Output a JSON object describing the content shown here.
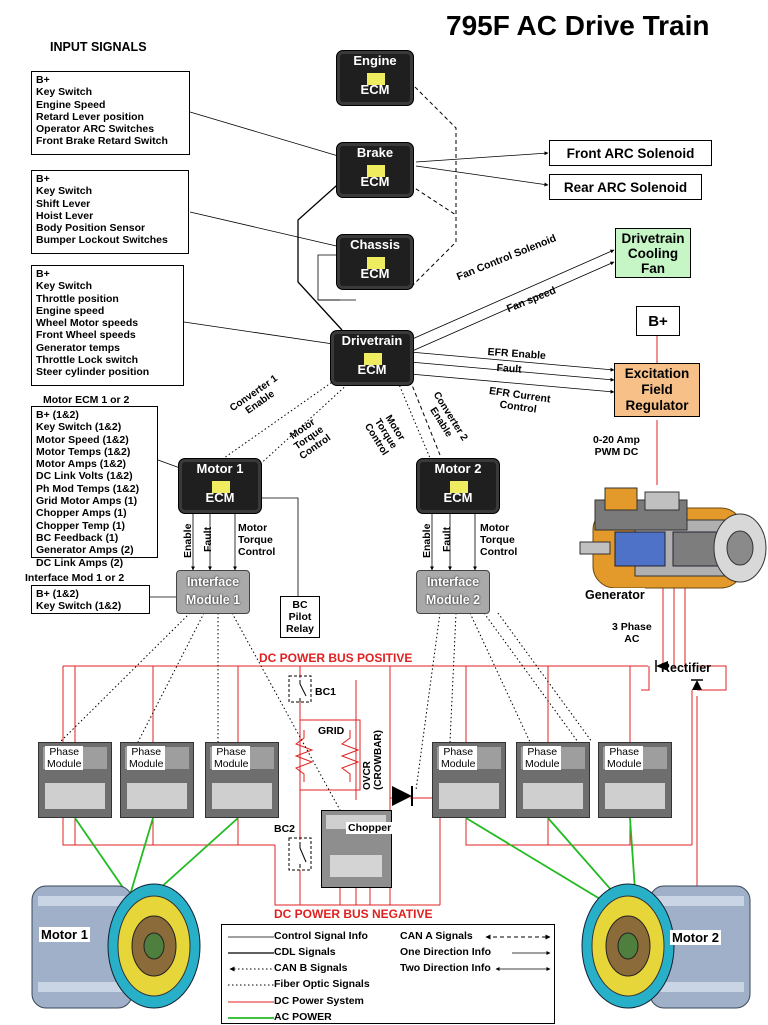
{
  "title": "795F AC Drive Train",
  "input_signals_heading": "INPUT SIGNALS",
  "input_groups": [
    {
      "id": "engine",
      "items": [
        "B+",
        "Key Switch",
        "Engine Speed",
        "Retard Lever position",
        "Operator ARC Switches",
        "Front Brake Retard Switch"
      ]
    },
    {
      "id": "chassis",
      "items": [
        "B+",
        "Key Switch",
        "Shift Lever",
        "Hoist Lever",
        "Body Position Sensor",
        "Bumper Lockout Switches"
      ]
    },
    {
      "id": "drivetrain",
      "items": [
        "B+",
        "Key Switch",
        "Throttle position",
        "Engine speed",
        "Wheel Motor speeds",
        "Front Wheel speeds",
        "Generator temps",
        "Throttle Lock switch",
        "Steer cylinder position"
      ]
    },
    {
      "id": "motor",
      "heading": "Motor ECM 1 or 2",
      "items": [
        "B+ (1&2)",
        "Key Switch (1&2)",
        "Motor Speed (1&2)",
        "Motor Temps (1&2)",
        "Motor Amps (1&2)",
        "DC Link Volts (1&2)",
        "Ph Mod Temps (1&2)",
        "Grid Motor Amps (1)",
        "Chopper Amps (1)",
        "Chopper Temp (1)",
        "BC Feedback (1)",
        "Generator Amps (2)",
        "DC Link Amps (2)"
      ]
    },
    {
      "id": "interface",
      "heading": "Interface Mod 1 or 2",
      "items": [
        "B+ (1&2)",
        "Key Switch (1&2)"
      ]
    }
  ],
  "ecms": [
    {
      "id": "engine",
      "line1": "Engine",
      "line2": "ECM"
    },
    {
      "id": "brake",
      "line1": "Brake",
      "line2": "ECM"
    },
    {
      "id": "chassis",
      "line1": "Chassis",
      "line2": "ECM"
    },
    {
      "id": "drivetrain",
      "line1": "Drivetrain",
      "line2": "ECM"
    },
    {
      "id": "motor1",
      "line1": "Motor 1",
      "line2": "ECM"
    },
    {
      "id": "motor2",
      "line1": "Motor 2",
      "line2": "ECM"
    }
  ],
  "interface_modules": [
    {
      "id": "im1",
      "line1": "Interface",
      "line2": "Module 1"
    },
    {
      "id": "im2",
      "line1": "Interface",
      "line2": "Module 2"
    }
  ],
  "outputs": {
    "front_arc": "Front ARC Solenoid",
    "rear_arc": "Rear ARC Solenoid",
    "cooling_fan": [
      "Drivetrain",
      "Cooling",
      "Fan"
    ],
    "bplus": "B+",
    "efr": [
      "Excitation",
      "Field",
      "Regulator"
    ],
    "bc_pilot": [
      "BC",
      "Pilot",
      "Relay"
    ]
  },
  "signal_labels": {
    "fan_control": "Fan Control Solenoid",
    "fan_speed": "Fan speed",
    "efr_enable": "EFR Enable",
    "fault": "Fault",
    "efr_current": [
      "EFR Current",
      "Control"
    ],
    "converter1": [
      "Converter 1",
      "Enable"
    ],
    "motor_torque_a": [
      "Motor",
      "Torque",
      "Control"
    ],
    "motor_torque_b": [
      "Motor",
      "Torque",
      "Control"
    ],
    "converter2": [
      "Converter 2",
      "Enable"
    ],
    "pwm": [
      "0-20 Amp",
      "PWM DC"
    ],
    "three_phase": [
      "3 Phase",
      "AC"
    ],
    "m1_enable": "Enable",
    "m1_fault": "Fault",
    "m1_mtc": [
      "Motor",
      "Torque",
      "Control"
    ],
    "m2_enable": "Enable",
    "m2_fault": "Fault",
    "m2_mtc": [
      "Motor",
      "Torque",
      "Control"
    ]
  },
  "power": {
    "bus_positive": "DC POWER BUS POSITIVE",
    "bus_negative": "DC POWER BUS NEGATIVE",
    "bc1": "BC1",
    "bc2": "BC2",
    "grid": "GRID",
    "ovcr": [
      "OVCR",
      "(CROWBAR)"
    ],
    "chopper": "Chopper",
    "rectifier": "Rectifier",
    "generator": "Generator",
    "motor1": "Motor 1",
    "motor2": "Motor 2",
    "phase_module": [
      "Phase",
      "Module"
    ]
  },
  "legend": {
    "left": [
      "Control Signal Info",
      "CDL Signals",
      "CAN B Signals",
      "Fiber Optic Signals",
      "DC Power System",
      "AC POWER"
    ],
    "right": [
      "CAN A Signals",
      "One Direction Info",
      "Two Direction Info"
    ]
  },
  "colors": {
    "dc_power": "#e02020",
    "ac_power": "#22bb22",
    "cooling_fan": "#c6f5c6",
    "efr": "#f7c089",
    "ecm": "#1f1f1f",
    "ecm_chip": "#f0ec60"
  }
}
